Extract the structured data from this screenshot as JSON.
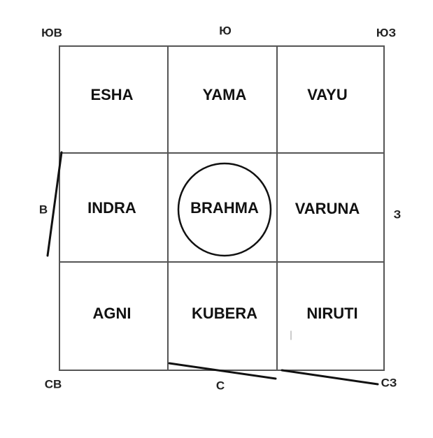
{
  "grid": {
    "cells": [
      [
        "ESHA",
        "YAMA",
        "VAYU"
      ],
      [
        "INDRA",
        "BRAHMA",
        "VARUNA"
      ],
      [
        "AGNI",
        "KUBERA",
        "NIRUTI"
      ]
    ],
    "highlighted_center": "BRAHMA"
  },
  "directions": {
    "top_left": "ЮВ",
    "top": "Ю",
    "top_right": "ЮЗ",
    "left": "В",
    "right": "З",
    "bottom_left": "СВ",
    "bottom": "С",
    "bottom_right": "СЗ"
  }
}
